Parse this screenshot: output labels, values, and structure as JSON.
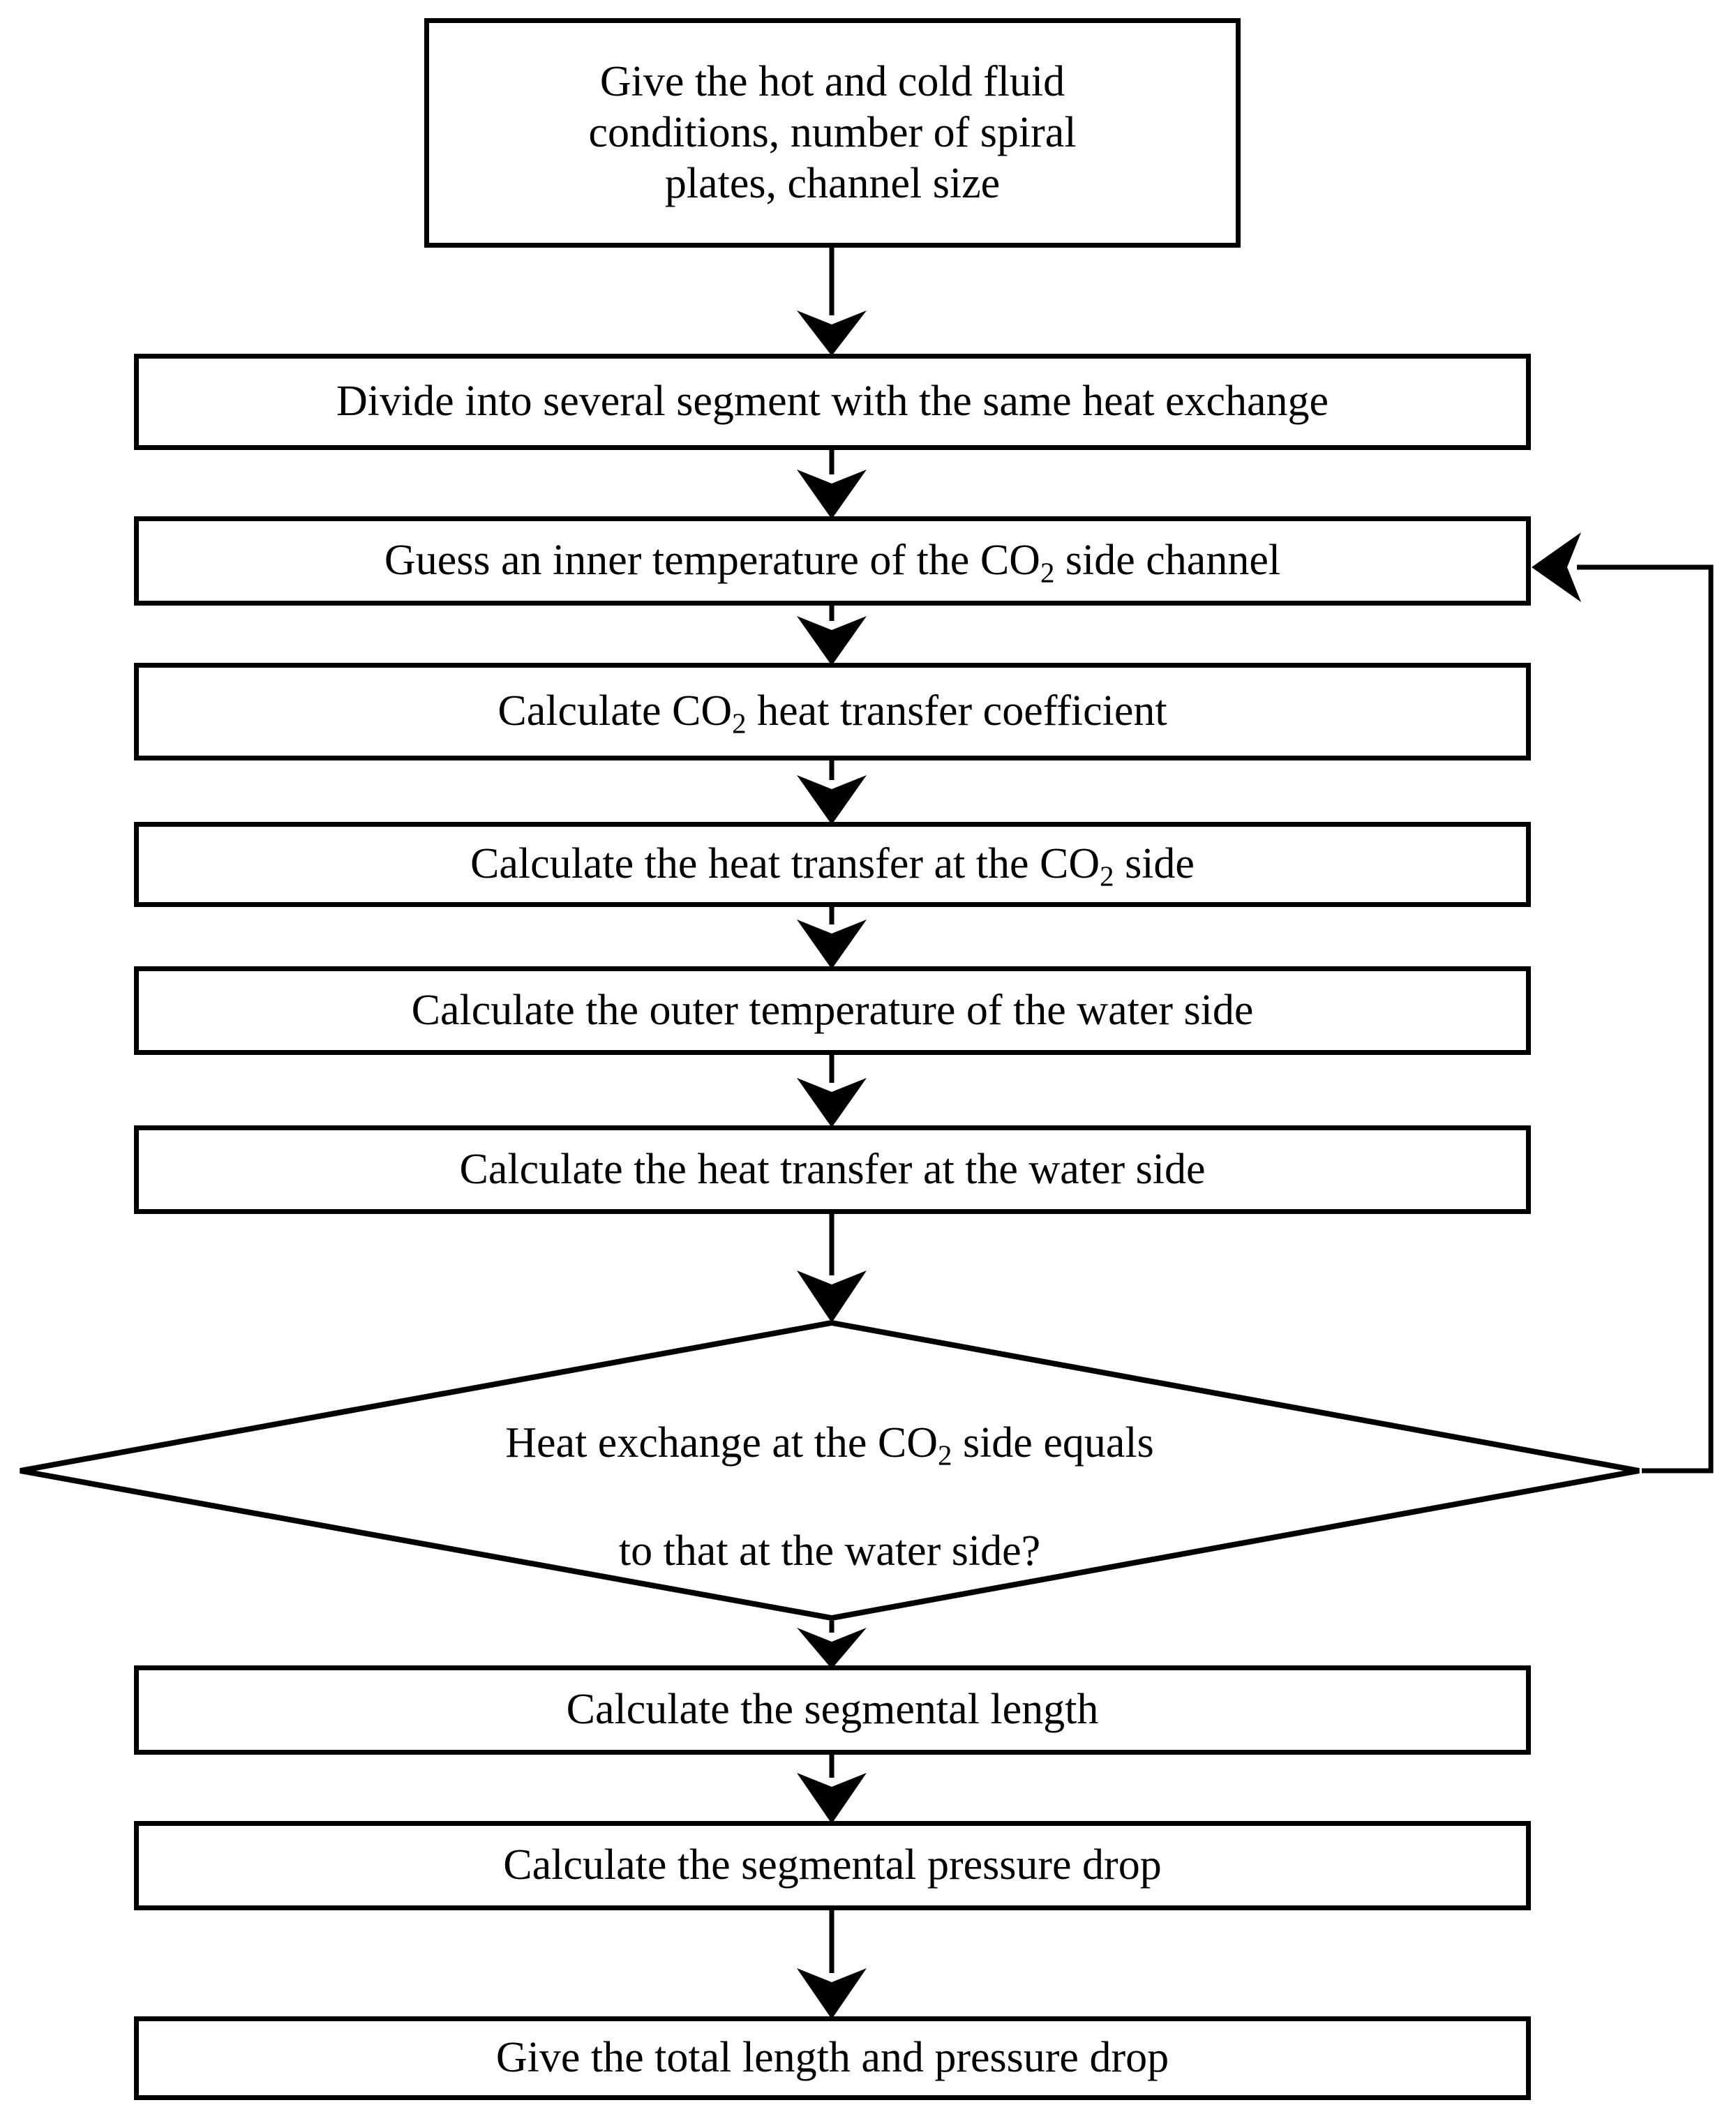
{
  "diagram": {
    "title": "Spiral heat exchanger segmental calculation flowchart",
    "type": "flowchart",
    "orientation": "top-to-bottom",
    "stroke_color": "#000000",
    "fill_color": "#ffffff",
    "nodes": [
      {
        "id": "start",
        "shape": "process",
        "label": "Give the hot and cold fluid\nconditions, number of spiral\nplates, channel size",
        "lines": [
          "Give the hot and cold fluid",
          "conditions, number of spiral",
          "plates, channel size"
        ]
      },
      {
        "id": "divide",
        "shape": "process",
        "label": "Divide into several segment with the same heat exchange",
        "lines": [
          "Divide into several segment with the same heat exchange"
        ]
      },
      {
        "id": "guess",
        "shape": "process",
        "label_pre": "Guess an inner temperature of the CO",
        "label_sub": "2",
        "label_post": " side channel",
        "label": "Guess an inner temperature of the CO2 side channel"
      },
      {
        "id": "htc",
        "shape": "process",
        "label_pre": "Calculate CO",
        "label_sub": "2",
        "label_post": " heat transfer coefficient",
        "label": "Calculate CO2 heat transfer coefficient"
      },
      {
        "id": "heat-co2",
        "shape": "process",
        "label_pre": "Calculate the heat transfer at the CO",
        "label_sub": "2",
        "label_post": " side",
        "label": "Calculate the heat transfer at the CO2 side"
      },
      {
        "id": "outer-temp",
        "shape": "process",
        "label": "Calculate the outer temperature of the water side",
        "lines": [
          "Calculate the outer temperature of the water side"
        ]
      },
      {
        "id": "heat-water",
        "shape": "process",
        "label": "Calculate the heat transfer at the water side",
        "lines": [
          "Calculate the heat transfer at the water side"
        ]
      },
      {
        "id": "decision",
        "shape": "decision",
        "label_line1_pre": "Heat exchange at the CO",
        "label_line1_sub": "2",
        "label_line1_post": " side equals",
        "label_line2": "to that at the water side?",
        "label": "Heat exchange at the CO2 side equals to that at the water side?"
      },
      {
        "id": "seg-length",
        "shape": "process",
        "label": "Calculate the segmental length",
        "lines": [
          "Calculate the segmental length"
        ]
      },
      {
        "id": "seg-pressure",
        "shape": "process",
        "label": "Calculate the segmental pressure drop",
        "lines": [
          "Calculate the segmental pressure drop"
        ]
      },
      {
        "id": "total",
        "shape": "process",
        "label": "Give the total length and pressure drop",
        "lines": [
          "Give the total length and pressure drop"
        ]
      }
    ],
    "edges": [
      {
        "from": "start",
        "to": "divide",
        "kind": "arrow-down"
      },
      {
        "from": "divide",
        "to": "guess",
        "kind": "arrow-down"
      },
      {
        "from": "guess",
        "to": "htc",
        "kind": "arrow-down"
      },
      {
        "from": "htc",
        "to": "heat-co2",
        "kind": "arrow-down"
      },
      {
        "from": "heat-co2",
        "to": "outer-temp",
        "kind": "arrow-down"
      },
      {
        "from": "outer-temp",
        "to": "heat-water",
        "kind": "arrow-down"
      },
      {
        "from": "heat-water",
        "to": "decision",
        "kind": "arrow-down"
      },
      {
        "from": "decision",
        "to": "seg-length",
        "kind": "arrow-down"
      },
      {
        "from": "seg-length",
        "to": "seg-pressure",
        "kind": "arrow-down"
      },
      {
        "from": "seg-pressure",
        "to": "total",
        "kind": "arrow-down"
      },
      {
        "from": "decision",
        "to": "guess",
        "kind": "feedback-loop-right"
      }
    ]
  }
}
